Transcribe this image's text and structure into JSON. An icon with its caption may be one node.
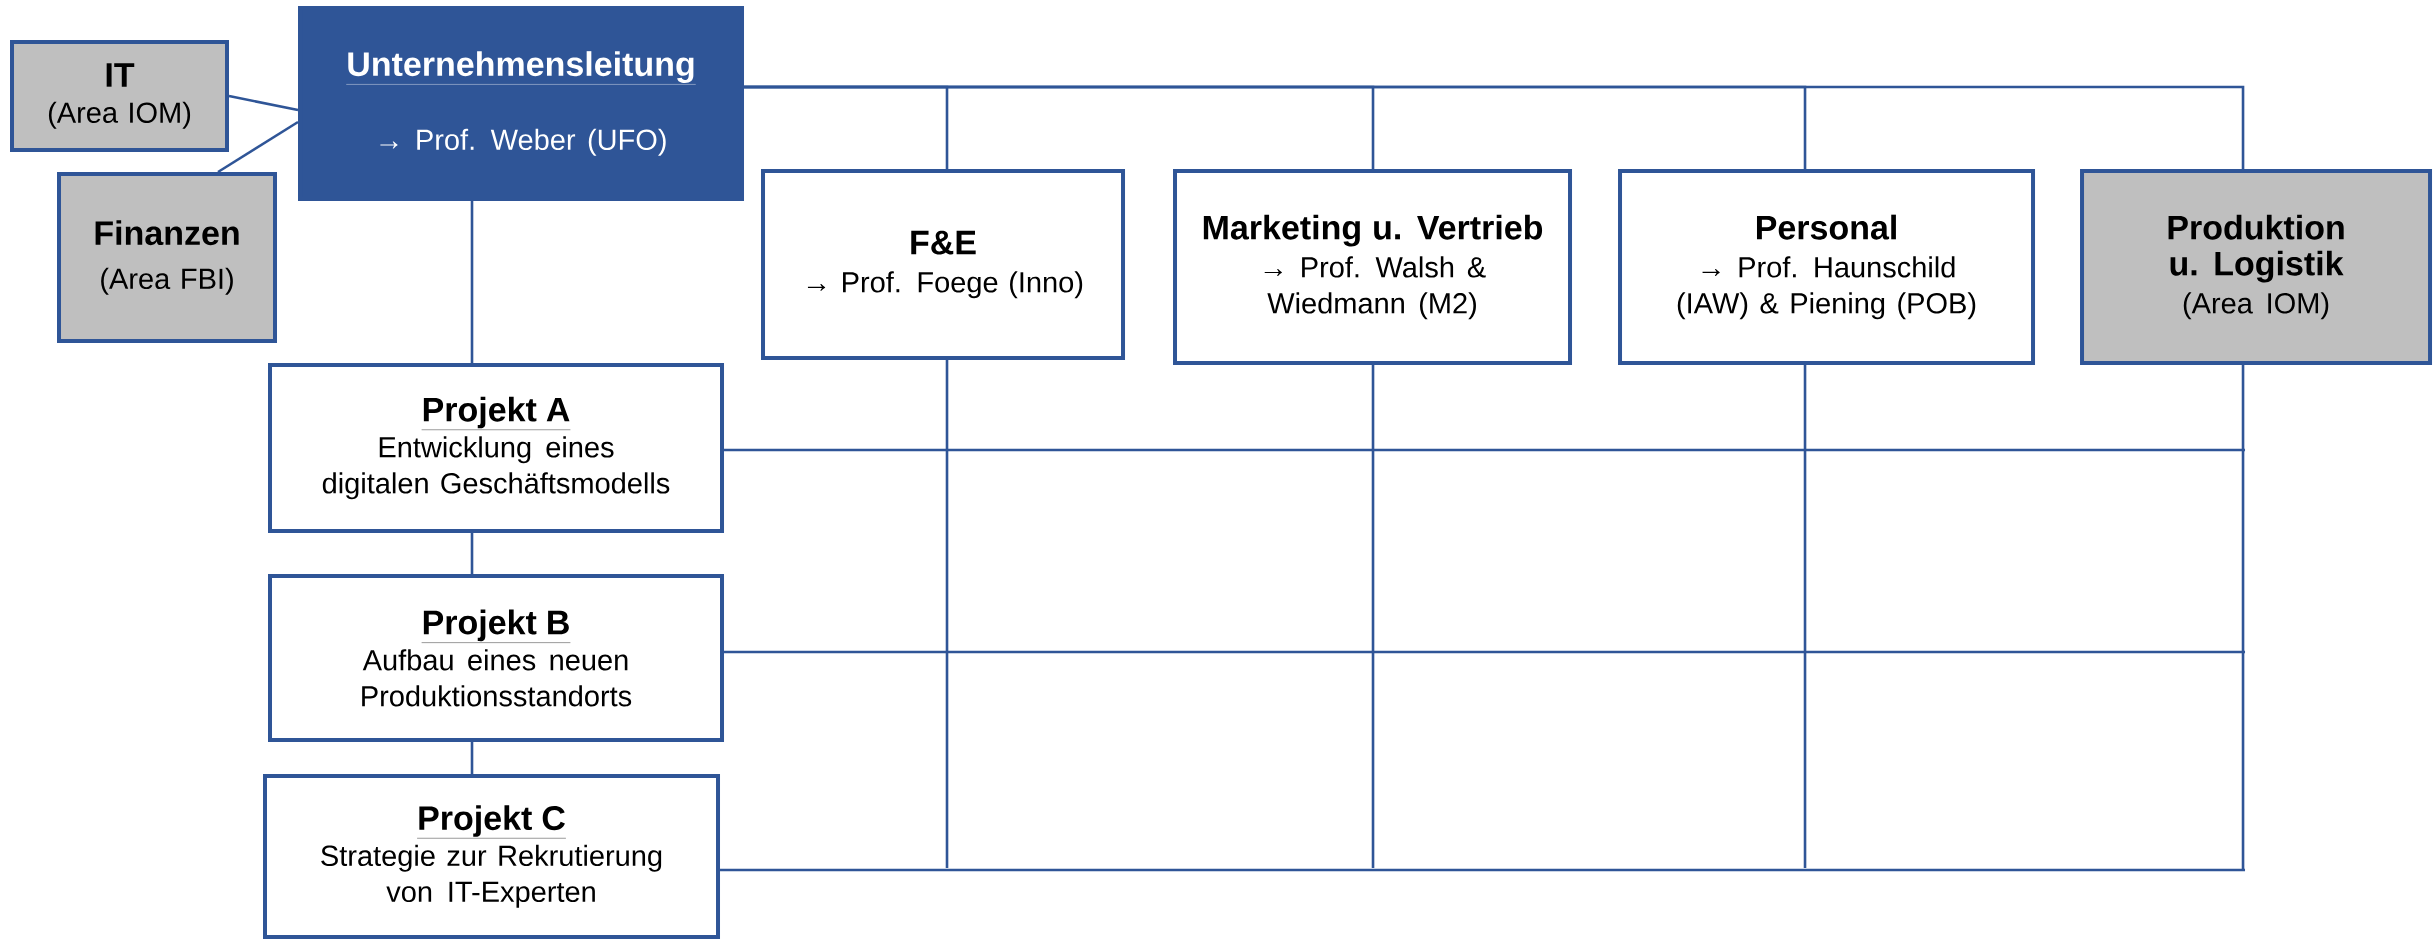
{
  "diagram": {
    "nodes": [
      {
        "text": [
          "Unternehmensleitung",
          "→ Prof. Weber (UFO)"
        ]
      },
      {
        "text": [
          "IT",
          "(Area IOM)"
        ]
      },
      {
        "text": [
          "Finanzen",
          "(Area FBI)"
        ]
      },
      {
        "text": [
          "F&E",
          "→ Prof. Foege (Inno)"
        ]
      },
      {
        "text": [
          "Marketing u. Vertrieb",
          "→ Prof. Walsh & Wiedmann (M2)"
        ]
      },
      {
        "text": [
          "Personal",
          "→ Prof. Haunschild (IAW) & Piening (POB)"
        ]
      },
      {
        "text": [
          "Produktion u. Logistik",
          "(Area IOM)"
        ]
      },
      {
        "text": [
          "Projekt A",
          "Entwicklung eines digitalen Geschäftsmodells"
        ]
      },
      {
        "text": [
          "Projekt B",
          "Aufbau eines neuen Produktionsstandorts"
        ]
      },
      {
        "text": [
          "Projekt C",
          "Strategie zur Rekrutierung von IT-Experten"
        ]
      }
    ],
    "edges": [
      {
        "from": 1,
        "to": 0,
        "arrow": "none"
      },
      {
        "from": 2,
        "to": 0,
        "arrow": "none"
      },
      {
        "from": 0,
        "to": 7,
        "arrow": "none"
      },
      {
        "from": 7,
        "to": 8,
        "arrow": "none"
      },
      {
        "from": 8,
        "to": 9,
        "arrow": "none"
      },
      {
        "from": 0,
        "to": 3,
        "arrow": "none"
      },
      {
        "from": 0,
        "to": 4,
        "arrow": "none"
      },
      {
        "from": 0,
        "to": 5,
        "arrow": "none"
      },
      {
        "from": 0,
        "to": 6,
        "arrow": "none"
      },
      {
        "from": 3,
        "to": null,
        "arrow": "none"
      },
      {
        "from": 4,
        "to": null,
        "arrow": "none"
      },
      {
        "from": 5,
        "to": null,
        "arrow": "none"
      },
      {
        "from": 6,
        "to": null,
        "arrow": "none"
      },
      {
        "from": 7,
        "to": null,
        "arrow": "none"
      },
      {
        "from": 8,
        "to": null,
        "arrow": "none"
      },
      {
        "from": 9,
        "to": null,
        "arrow": "none"
      }
    ]
  }
}
